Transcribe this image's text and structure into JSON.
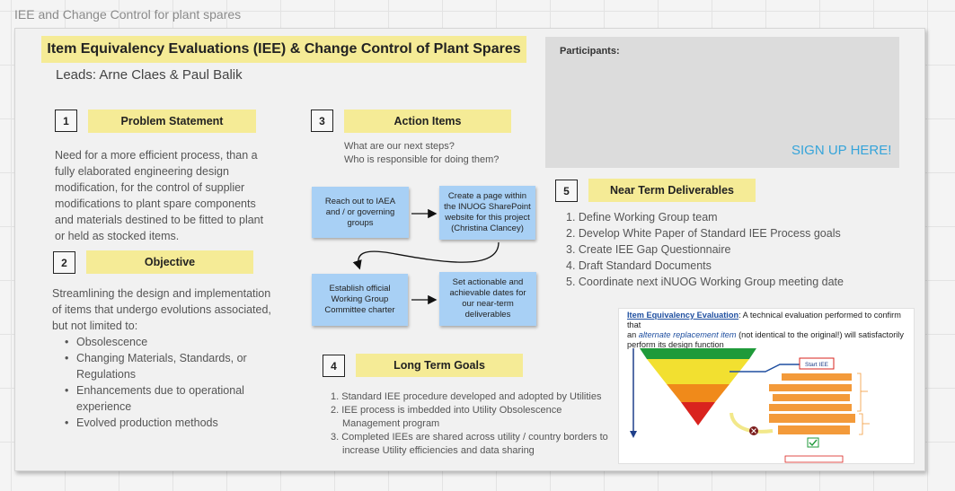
{
  "frame_title": "IEE and Change Control for plant spares",
  "title": "Item Equivalency Evaluations (IEE) & Change Control of Plant Spares",
  "leads": "Leads: Arne Claes & Paul Balik",
  "participants": {
    "label": "Participants:",
    "signup": "SIGN UP HERE!"
  },
  "sections": {
    "problem": {
      "number": "1",
      "label": "Problem Statement",
      "lines": [
        "Need for a more efficient process, than a",
        "fully elaborated engineering design",
        "modification, for the control of supplier",
        "modifications to plant spare components",
        "and materials destined to be fitted to plant",
        "or held as stocked items."
      ]
    },
    "objective": {
      "number": "2",
      "label": "Objective",
      "lines": [
        "Streamlining the design and implementation",
        "of items that undergo evolutions associated,",
        "but not limited to:"
      ],
      "bullets": [
        [
          "Obsolescence"
        ],
        [
          "Changing Materials, Standards, or",
          "Regulations"
        ],
        [
          "Enhancements due to operational",
          "experience"
        ],
        [
          "Evolved production methods"
        ]
      ]
    },
    "actions": {
      "number": "3",
      "label": "Action Items",
      "questions": [
        "What are our next steps?",
        "Who is responsible for doing them?"
      ],
      "stickies": [
        [
          "Reach out to IAEA",
          "and / or governing",
          "groups"
        ],
        [
          "Create a page within",
          "the INUOG SharePoint",
          "website for this project",
          "(Christina Clancey)"
        ],
        [
          "Establish official",
          "Working Group",
          "Committee charter"
        ],
        [
          "Set actionable and",
          "achievable dates for",
          "our near-term",
          "deliverables"
        ]
      ]
    },
    "long_term": {
      "number": "4",
      "label": "Long Term Goals",
      "items": [
        [
          "1. Standard IEE procedure developed and adopted by Utilities"
        ],
        [
          "2. IEE process is imbedded into Utility Obsolescence",
          "Management program"
        ],
        [
          "3. Completed IEEs are shared across utility / country borders to",
          "increase Utility efficiencies and data sharing"
        ]
      ]
    },
    "near_term": {
      "number": "5",
      "label": "Near Term Deliverables",
      "items": [
        "1. Define Working Group team",
        "2. Develop White Paper of Standard IEE Process goals",
        "3. Create IEE Gap Questionnaire",
        "4. Draft Standard Documents",
        "5. Coordinate next iNUOG Working Group meeting date"
      ]
    }
  },
  "diagram": {
    "term": "Item Equivalency Evaluation",
    "caption_1": ": A technical evaluation performed to confirm that",
    "caption_2": "an ",
    "alt": "alternate replacement item",
    "caption_3": " (not identical to the original!) will satisfactorily",
    "caption_4": "perform its design function",
    "start_label": "Start IEE",
    "colors": {
      "green": "#1f9a3a",
      "yellow": "#f2e030",
      "orange": "#f08a1a",
      "red": "#d9231e",
      "box_orange": "#f39a3a"
    }
  }
}
